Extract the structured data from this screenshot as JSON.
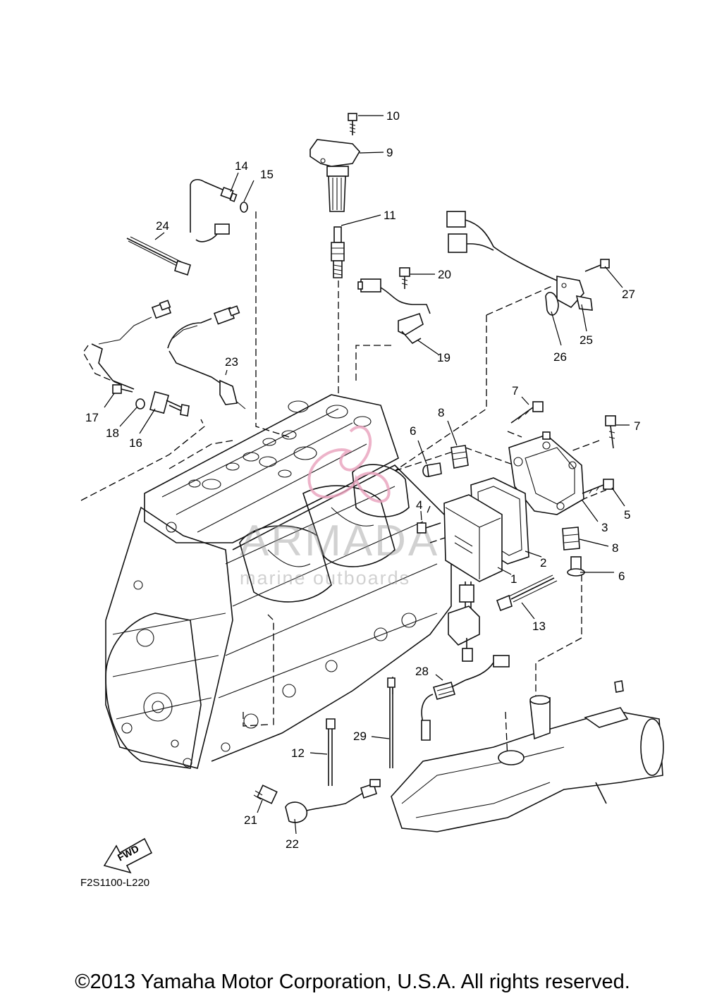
{
  "diagram": {
    "drawing_code": "F2S1100-L220",
    "fwd_label": "FWD",
    "copyright": "©2013 Yamaha Motor Corporation, U.S.A. All rights reserved.",
    "watermark": {
      "brand": "ARMADA",
      "tagline": "marine outboards"
    },
    "callouts": [
      {
        "key": "p10",
        "label": "10"
      },
      {
        "key": "p9",
        "label": "9"
      },
      {
        "key": "p14",
        "label": "14"
      },
      {
        "key": "p15",
        "label": "15"
      },
      {
        "key": "p24",
        "label": "24"
      },
      {
        "key": "p11",
        "label": "11"
      },
      {
        "key": "p20",
        "label": "20"
      },
      {
        "key": "p27",
        "label": "27"
      },
      {
        "key": "p25",
        "label": "25"
      },
      {
        "key": "p26",
        "label": "26"
      },
      {
        "key": "p19",
        "label": "19"
      },
      {
        "key": "p23",
        "label": "23"
      },
      {
        "key": "p7a",
        "label": "7"
      },
      {
        "key": "p7b",
        "label": "7"
      },
      {
        "key": "p17",
        "label": "17"
      },
      {
        "key": "p18",
        "label": "18"
      },
      {
        "key": "p16",
        "label": "16"
      },
      {
        "key": "p6a",
        "label": "6"
      },
      {
        "key": "p8a",
        "label": "8"
      },
      {
        "key": "p5",
        "label": "5"
      },
      {
        "key": "p4",
        "label": "4"
      },
      {
        "key": "p3",
        "label": "3"
      },
      {
        "key": "p8b",
        "label": "8"
      },
      {
        "key": "p2",
        "label": "2"
      },
      {
        "key": "p1",
        "label": "1"
      },
      {
        "key": "p6b",
        "label": "6"
      },
      {
        "key": "p13",
        "label": "13"
      },
      {
        "key": "p28",
        "label": "28"
      },
      {
        "key": "p29",
        "label": "29"
      },
      {
        "key": "p12",
        "label": "12"
      },
      {
        "key": "p21",
        "label": "21"
      },
      {
        "key": "p22",
        "label": "22"
      }
    ]
  }
}
